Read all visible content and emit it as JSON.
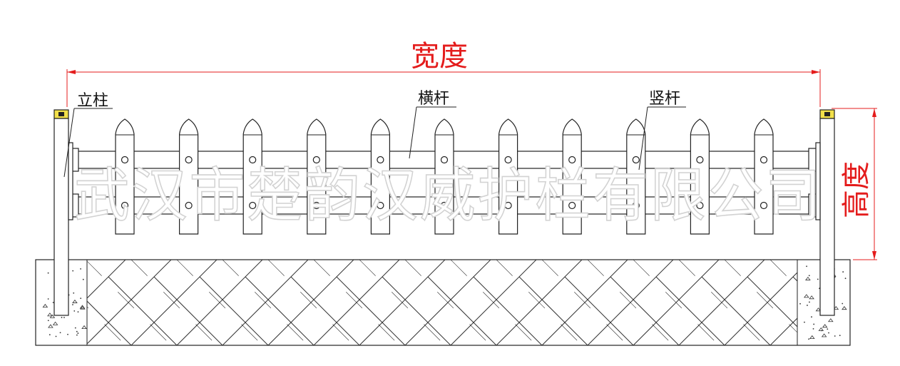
{
  "labels": {
    "width": "宽度",
    "height": "高度",
    "post": "立柱",
    "rail": "横杆",
    "picket": "竖杆"
  },
  "watermark": "武汉市楚韵汉威护栏有限公司",
  "colors": {
    "dimension": "#e41c1c",
    "line": "#222222",
    "post_cap": "#f2e04a",
    "watermark_stroke": "#d2d2d2"
  },
  "structure": {
    "picket_count": 11,
    "rail_count": 2,
    "post_count": 2
  }
}
